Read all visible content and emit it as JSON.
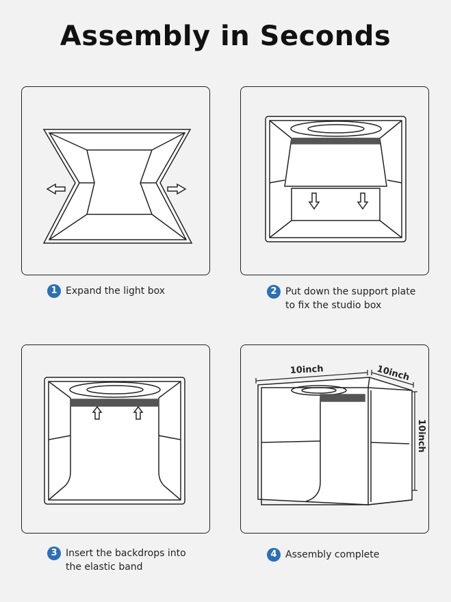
{
  "title": "Assembly in Seconds",
  "steps": [
    {
      "number": "1",
      "text": "Expand the light box"
    },
    {
      "number": "2",
      "text": "Put down the support plate\nto fix the studio box"
    },
    {
      "number": "3",
      "text": "Insert the backdrops into\nthe elastic band"
    },
    {
      "number": "4",
      "text": "Assembly complete"
    }
  ],
  "dimensions": {
    "width": "10inch",
    "depth": "10inch",
    "height": "10inch"
  },
  "colors": {
    "badge": "#2b6fb6",
    "background": "#f2f2f2",
    "strip": "#555555"
  }
}
